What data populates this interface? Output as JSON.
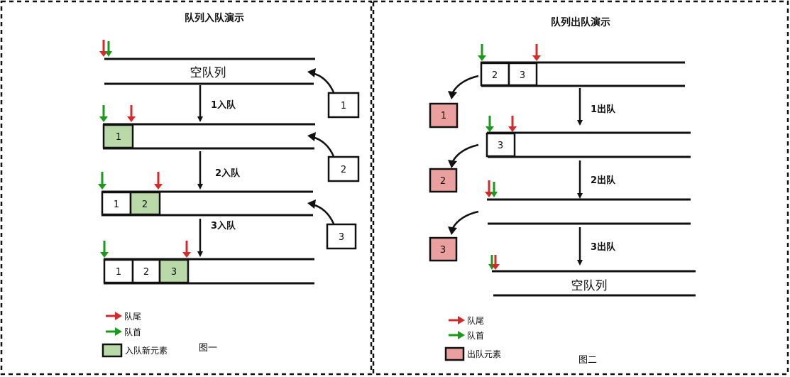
{
  "colors": {
    "rear_arrow": "#d62a2a",
    "front_arrow": "#1a9a1a",
    "new_element": "#b9d9a8",
    "dequeued_element": "#eba0a0",
    "border": "#111111"
  },
  "left_panel": {
    "title": "队列入队演示",
    "empty_label": "空队列",
    "steps": [
      {
        "label": "1入队",
        "incoming": "1",
        "queue": [
          "1"
        ],
        "new_index": 0
      },
      {
        "label": "2入队",
        "incoming": "2",
        "queue": [
          "1",
          "2"
        ],
        "new_index": 1
      },
      {
        "label": "3入队",
        "incoming": "3",
        "queue": [
          "1",
          "2",
          "3"
        ],
        "new_index": 2
      }
    ],
    "legend": {
      "rear": "队尾",
      "front": "队首",
      "element": "入队新元素"
    },
    "figure_label": "图一"
  },
  "right_panel": {
    "title": "队列出队演示",
    "empty_label": "空队列",
    "initial_queue": [
      "2",
      "3"
    ],
    "steps": [
      {
        "label": "1出队",
        "outgoing": "1",
        "queue_after": [
          "3"
        ]
      },
      {
        "label": "2出队",
        "outgoing": "2",
        "queue_after": []
      },
      {
        "label": "3出队",
        "outgoing": "3",
        "queue_after": []
      }
    ],
    "legend": {
      "rear": "队尾",
      "front": "队首",
      "element": "出队元素"
    },
    "figure_label": "图二"
  }
}
